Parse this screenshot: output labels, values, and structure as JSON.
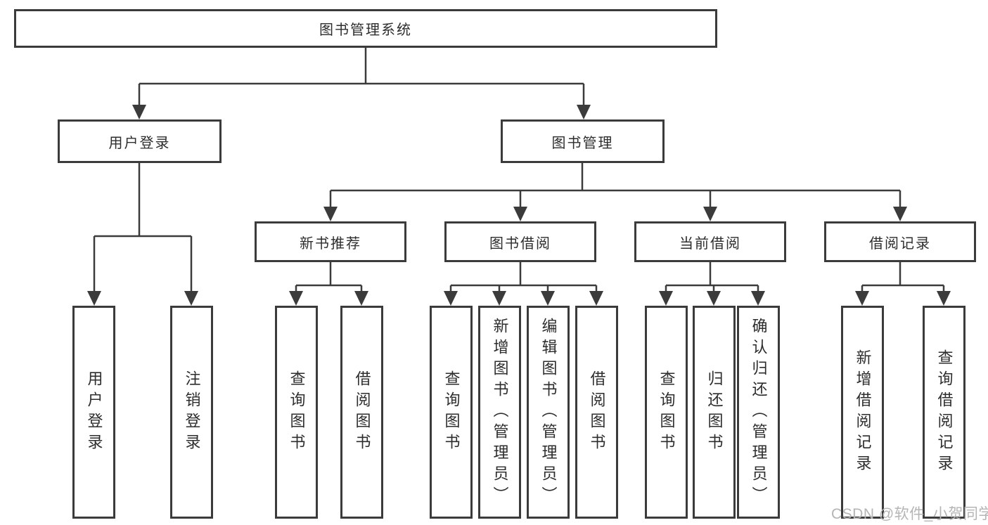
{
  "diagram": {
    "root": "图书管理系统",
    "level2": {
      "user_login": "用户登录",
      "book_management": "图书管理"
    },
    "level3": {
      "new_books": "新书推荐",
      "book_borrow": "图书借阅",
      "current_borrow": "当前借阅",
      "borrow_records": "借阅记录"
    },
    "leaves": {
      "user_login": [
        "用户登录",
        "注销登录"
      ],
      "new_books": [
        "查询图书",
        "借阅图书"
      ],
      "book_borrow": [
        "查询图书",
        "新增图书（管理员）",
        "编辑图书（管理员）",
        "借阅图书"
      ],
      "current_borrow": [
        "查询图书",
        "归还图书",
        "确认归还（管理员）"
      ],
      "borrow_records": [
        "新增借阅记录",
        "查询借阅记录"
      ]
    }
  },
  "watermark": "CSDN @软件_小贺同学",
  "colors": {
    "line": "#3b3b3b",
    "text": "#2d2d2d",
    "watermark": "#b5b5b5",
    "background": "#ffffff"
  }
}
